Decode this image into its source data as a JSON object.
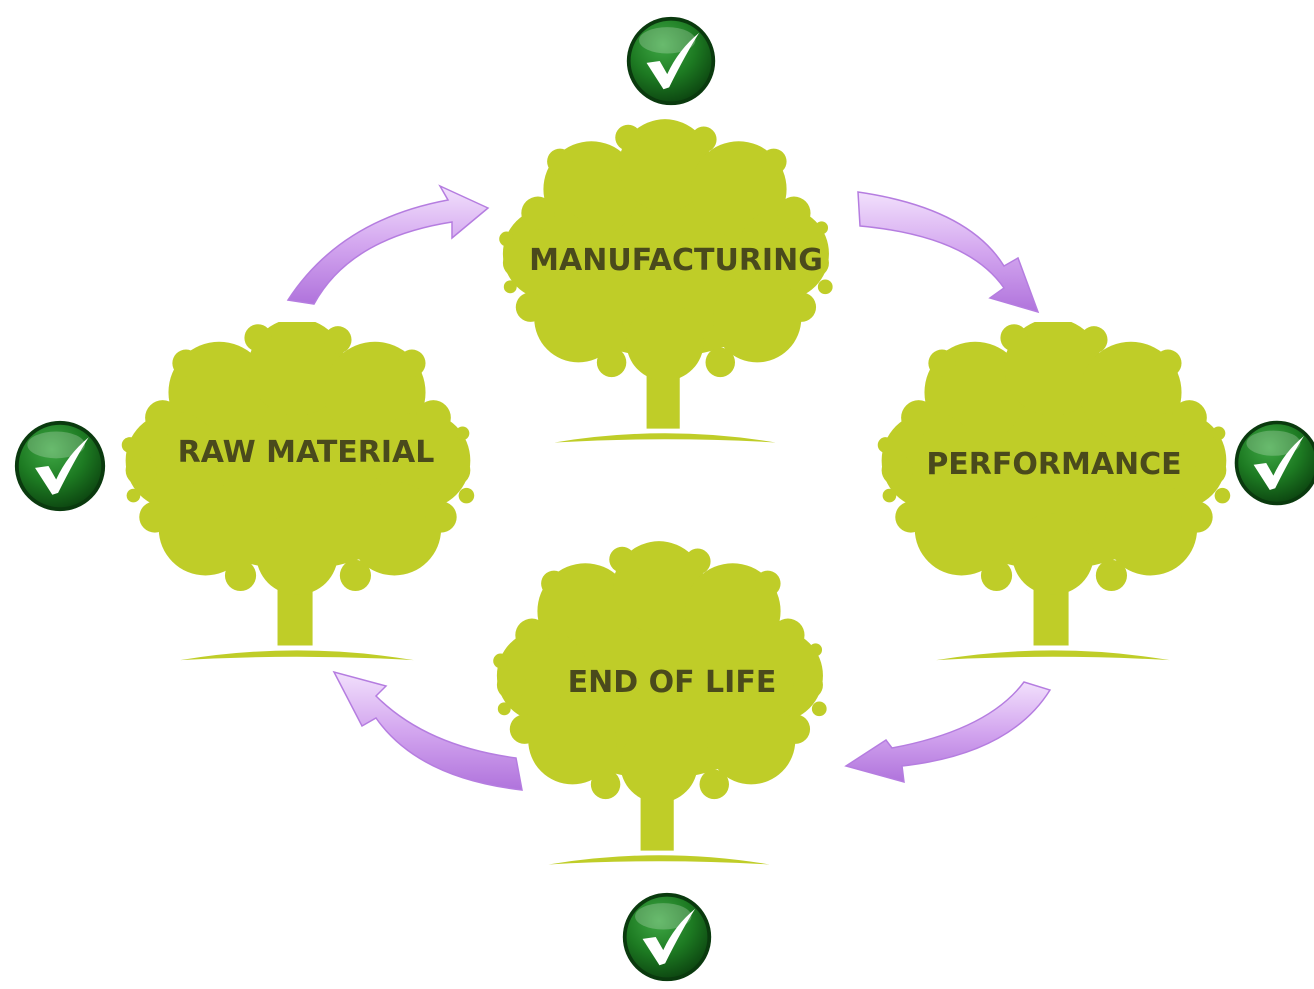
{
  "diagram": {
    "type": "cycle",
    "stages": [
      {
        "id": "manufacturing",
        "label": "MANUFACTURING",
        "checked": true
      },
      {
        "id": "performance",
        "label": "PERFORMANCE",
        "checked": true
      },
      {
        "id": "end-of-life",
        "label": "END OF LIFE",
        "checked": true
      },
      {
        "id": "raw-material",
        "label": "RAW MATERIAL",
        "checked": true
      }
    ],
    "flow": [
      {
        "from": "raw-material",
        "to": "manufacturing"
      },
      {
        "from": "manufacturing",
        "to": "performance"
      },
      {
        "from": "performance",
        "to": "end-of-life"
      },
      {
        "from": "end-of-life",
        "to": "raw-material"
      }
    ],
    "icons": {
      "stage": "tree-icon",
      "status": "checkmark-icon",
      "connector": "curved-arrow-icon"
    },
    "colors": {
      "tree": "#bfcd28",
      "tree_light": "#c8d43a",
      "label": "#4a4a1c",
      "arrow": "#c78fe8",
      "arrow_light": "#ecd4fb",
      "check_badge": "#1d7a22",
      "check_badge_dark": "#0c4410",
      "check_mark": "#ffffff"
    }
  }
}
